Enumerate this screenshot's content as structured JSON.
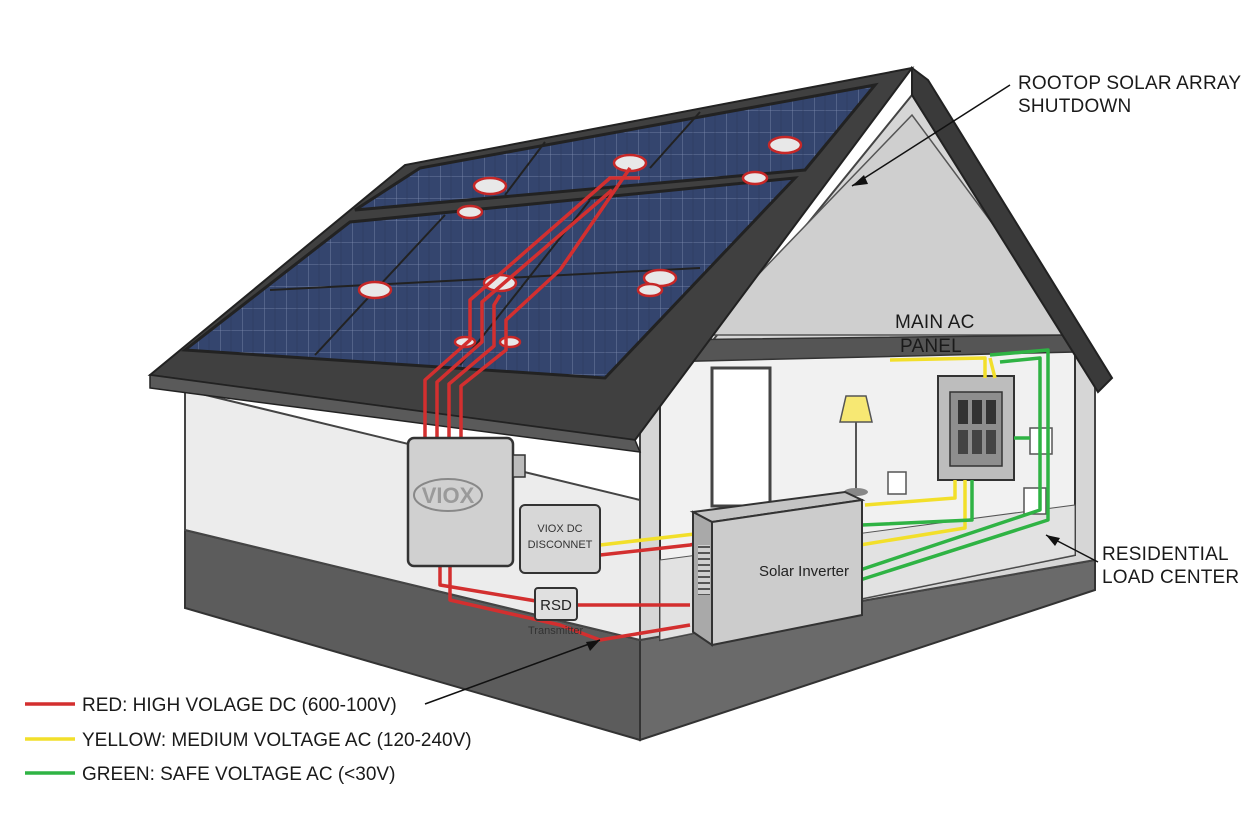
{
  "callouts": {
    "rooftop_line1": "ROOTOP SOLAR ARRAY",
    "rooftop_line2": "SHUTDOWN",
    "main_ac_line1": "MAIN AC",
    "main_ac_line2": "PANEL",
    "load_center_line1": "RESIDENTIAL",
    "load_center_line2": "LOAD CENTER"
  },
  "components": {
    "combiner_brand": "VIOX",
    "disconnect_line1": "VIOX DC",
    "disconnect_line2": "DISCONNET",
    "rsd_label": "RSD",
    "transmitter_label": "Transmitter",
    "inverter_label": "Solar Inverter"
  },
  "legend": [
    {
      "label": "RED: HIGH VOLAGE DC (600-100V)",
      "color": "#d32f2f"
    },
    {
      "label": "YELLOW: MEDIUM VOLTAGE AC (120-240V)",
      "color": "#f2df2a"
    },
    {
      "label": "GREEN: SAFE VOLTAGE AC (<30V)",
      "color": "#2fb344"
    }
  ],
  "colors": {
    "dc_wire": "#d32f2f",
    "ac_wire": "#f2df2a",
    "safe_wire": "#2fb344",
    "roof": "#4a4a4a",
    "panel": "#2f3f66",
    "wall": "#e6e6e6"
  }
}
